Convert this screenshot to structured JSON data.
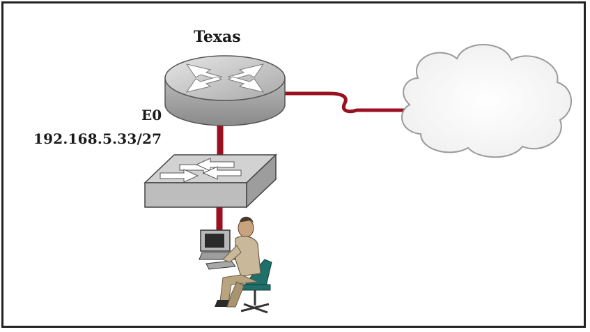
{
  "diagram": {
    "router": {
      "name": "Texas",
      "icon": "router-icon"
    },
    "interface": {
      "name": "E0",
      "address": "192.168.5.33/27"
    },
    "switch": {
      "icon": "switch-icon"
    },
    "cloud": {
      "icon": "cloud-icon"
    },
    "host": {
      "icon": "workstation-user-icon"
    },
    "link_color": "#9b1020",
    "device_color": "#c9c9c9"
  }
}
